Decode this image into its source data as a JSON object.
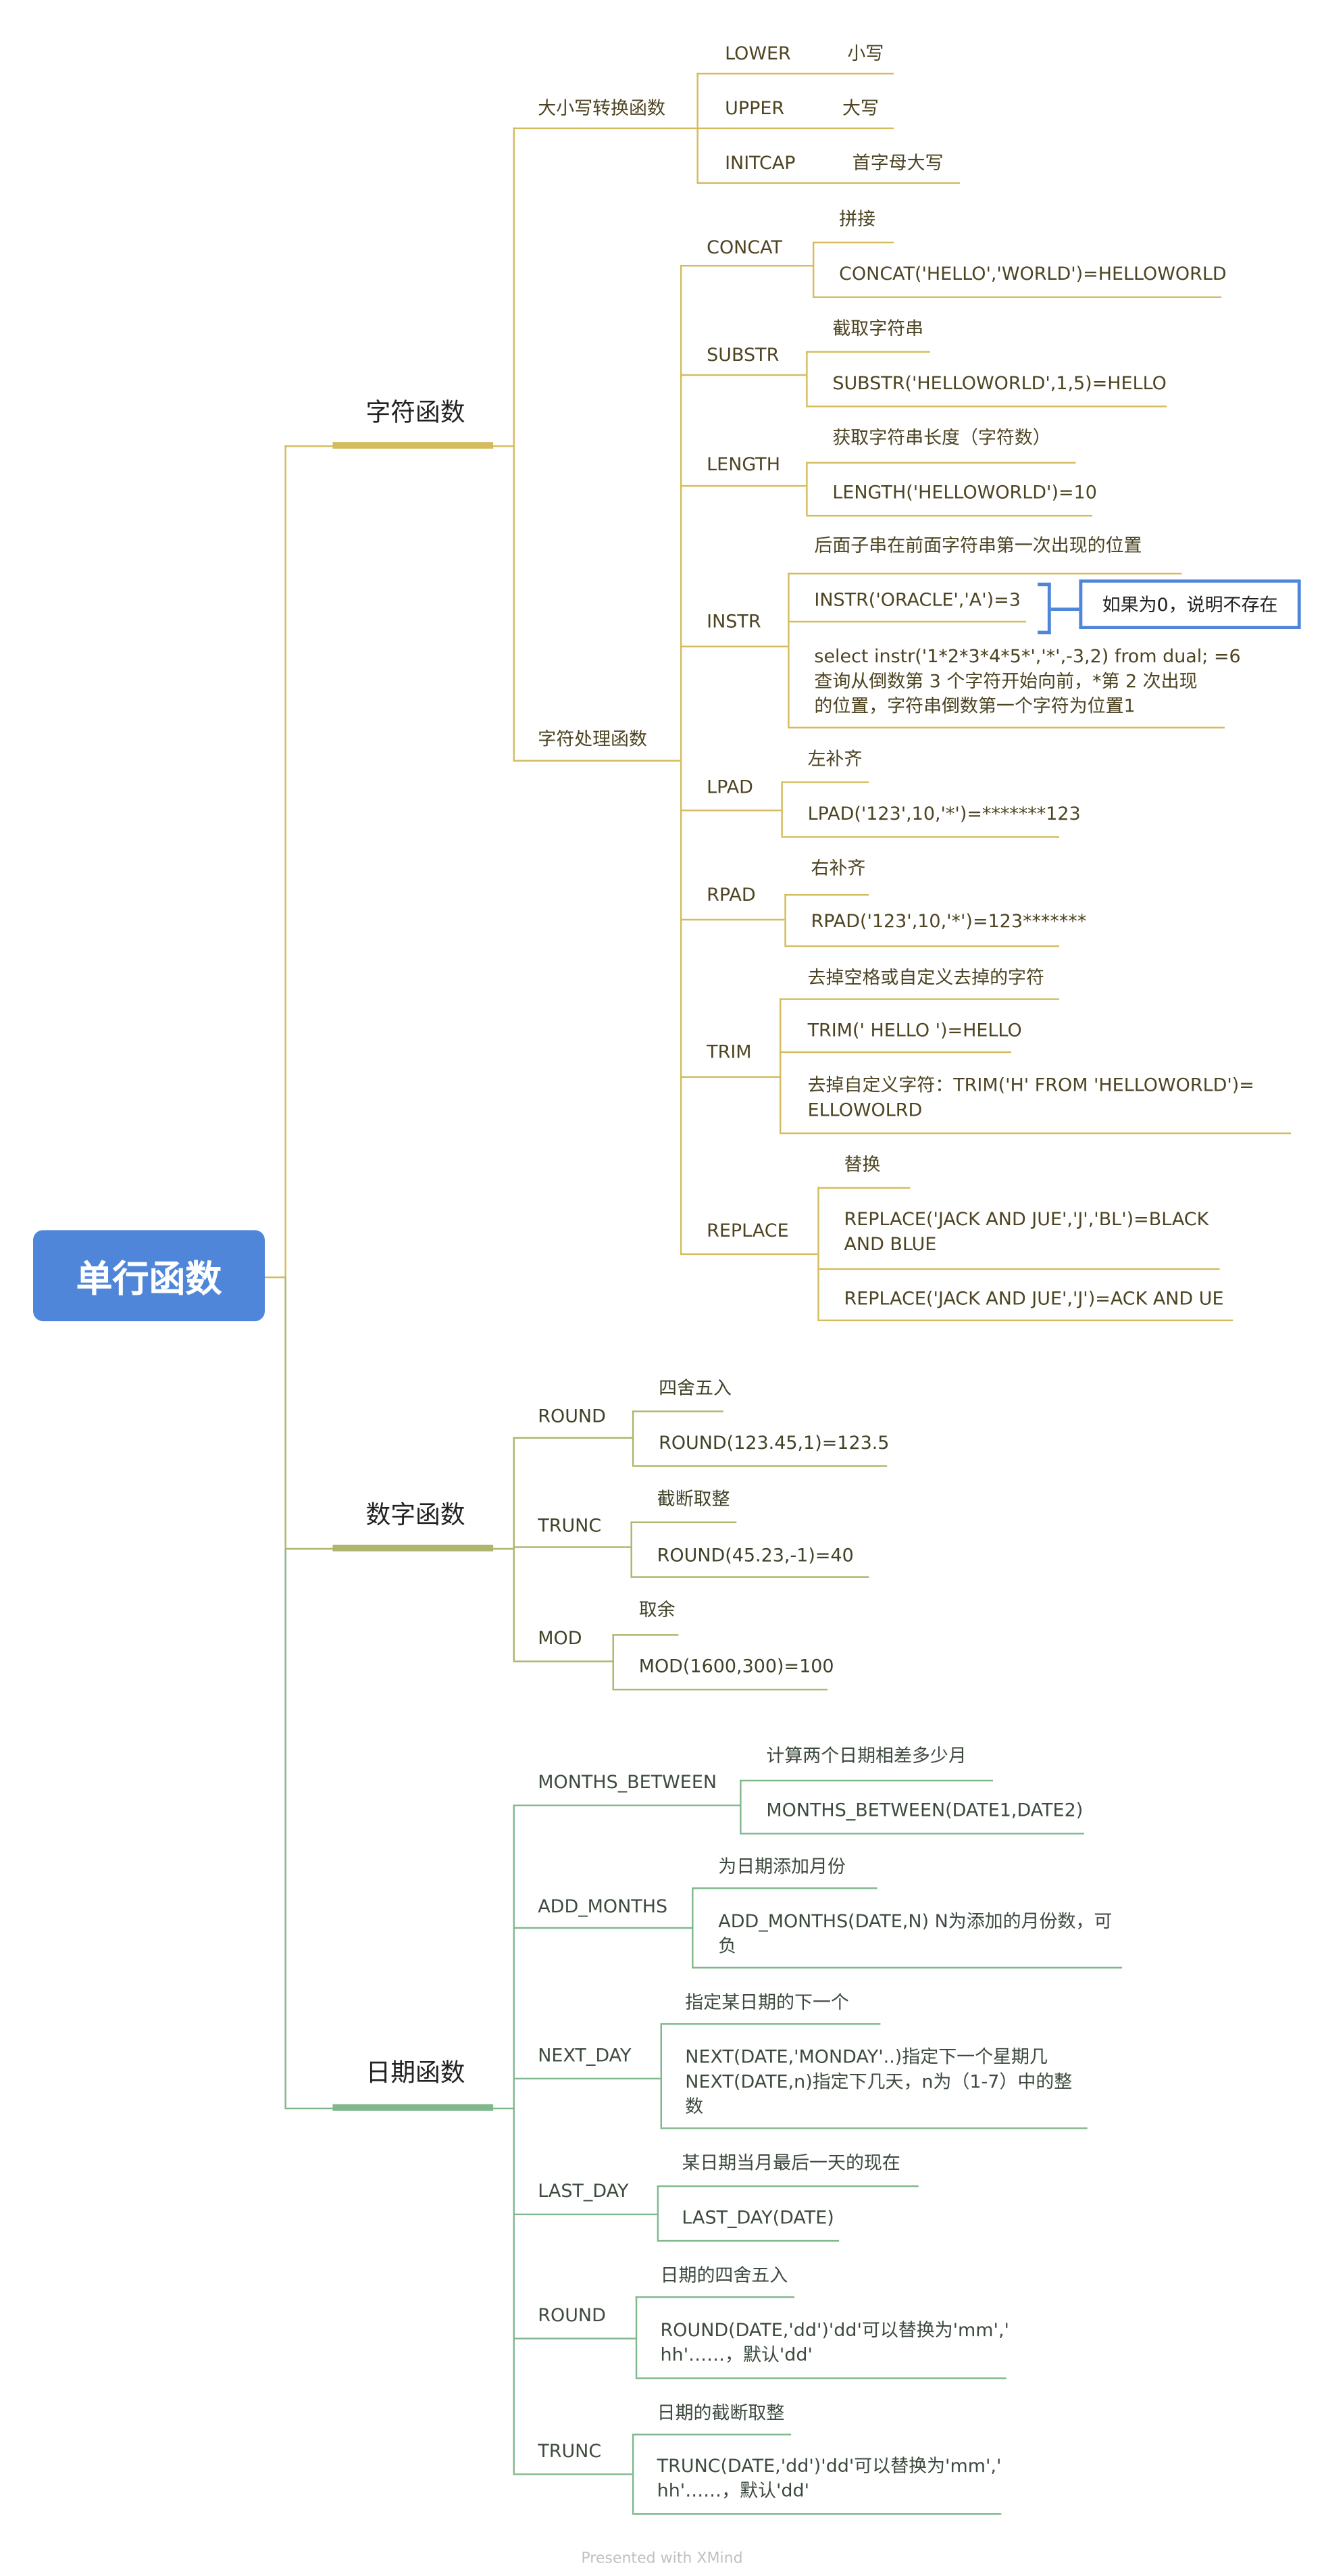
{
  "root": "单行函数",
  "colors": {
    "root": "#4f86d9",
    "char_branch": "#d4bc5e",
    "number_branch": "#afb56c",
    "date_branch": "#80b88e"
  },
  "char": {
    "title": "字符函数",
    "case": {
      "title": "大小写转换函数",
      "items": [
        {
          "name": "LOWER",
          "desc": "小写"
        },
        {
          "name": "UPPER",
          "desc": "大写"
        },
        {
          "name": "INITCAP",
          "desc": "首字母大写"
        }
      ]
    },
    "proc": {
      "title": "字符处理函数",
      "concat": {
        "name": "CONCAT",
        "desc": "拼接",
        "ex": "CONCAT('HELLO','WORLD')=HELLOWORLD"
      },
      "substr": {
        "name": "SUBSTR",
        "desc": "截取字符串",
        "ex": "SUBSTR('HELLOWORLD',1,5)=HELLO"
      },
      "length": {
        "name": "LENGTH",
        "desc": "获取字符串长度（字符数）",
        "ex": "LENGTH('HELLOWORLD')=10"
      },
      "instr": {
        "name": "INSTR",
        "desc": "后面子串在前面字符串第一次出现的位置",
        "ex": "INSTR('ORACLE','A')=3",
        "callout": "如果为0，说明不存在",
        "ex2": [
          "select instr('1*2*3*4*5*','*',-3,2) from dual; =6",
          "查询从倒数第 3 个字符开始向前，*第 2 次出现",
          "的位置，字符串倒数第一个字符为位置1"
        ]
      },
      "lpad": {
        "name": "LPAD",
        "desc": "左补齐",
        "ex": "LPAD('123',10,'*')=*******123"
      },
      "rpad": {
        "name": "RPAD",
        "desc": "右补齐",
        "ex": "RPAD('123',10,'*')=123*******"
      },
      "trim": {
        "name": "TRIM",
        "desc": "去掉空格或自定义去掉的字符",
        "ex": "TRIM(' HELLO ')=HELLO",
        "ex2": [
          "去掉自定义字符：TRIM('H' FROM 'HELLOWORLD')=",
          "ELLOWOLRD"
        ]
      },
      "replace": {
        "name": "REPLACE",
        "desc": "替换",
        "ex": [
          "REPLACE('JACK AND JUE','J','BL')=BLACK",
          "AND BLUE"
        ],
        "ex2": "REPLACE('JACK AND JUE','J')=ACK AND UE"
      }
    }
  },
  "number": {
    "title": "数字函数",
    "round": {
      "name": "ROUND",
      "desc": "四舍五入",
      "ex": "ROUND(123.45,1)=123.5"
    },
    "trunc": {
      "name": "TRUNC",
      "desc": "截断取整",
      "ex": "ROUND(45.23,-1)=40"
    },
    "mod": {
      "name": "MOD",
      "desc": "取余",
      "ex": "MOD(1600,300)=100"
    }
  },
  "date": {
    "title": "日期函数",
    "months_between": {
      "name": "MONTHS_BETWEEN",
      "desc": "计算两个日期相差多少月",
      "ex": "MONTHS_BETWEEN(DATE1,DATE2)"
    },
    "add_months": {
      "name": "ADD_MONTHS",
      "desc": "为日期添加月份",
      "ex": [
        "ADD_MONTHS(DATE,N) N为添加的月份数，可",
        "负"
      ]
    },
    "next_day": {
      "name": "NEXT_DAY",
      "desc": "指定某日期的下一个",
      "ex": [
        "NEXT(DATE,'MONDAY'..)指定下一个星期几",
        "NEXT(DATE,n)指定下几天，n为（1-7）中的整",
        "数"
      ]
    },
    "last_day": {
      "name": "LAST_DAY",
      "desc": "某日期当月最后一天的现在",
      "ex": "LAST_DAY(DATE)"
    },
    "round": {
      "name": "ROUND",
      "desc": "日期的四舍五入",
      "ex": [
        "ROUND(DATE,'dd')'dd'可以替换为'mm','",
        "hh'……，默认'dd'"
      ]
    },
    "trunc": {
      "name": "TRUNC",
      "desc": "日期的截断取整",
      "ex": [
        "TRUNC(DATE,'dd')'dd'可以替换为'mm','",
        "hh'……，默认'dd'"
      ]
    }
  },
  "footer": "Presented with XMind"
}
